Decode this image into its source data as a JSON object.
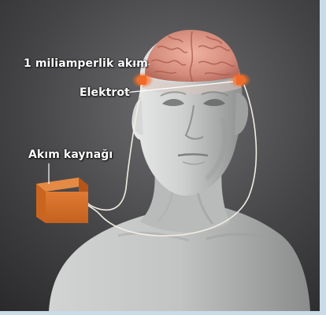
{
  "labels": {
    "current": "1 miliamperlik akım",
    "electrode": "Elektrot",
    "current_source": "Akım kaynağı"
  },
  "colors": {
    "background": "#3a3a3d",
    "frame": "#c9dbe6",
    "skin": "#cfd1d0",
    "brain": "#d99a8c",
    "electrode": "#f06a2a",
    "source_box": "#d9722e",
    "wire": "#f2ede4"
  }
}
